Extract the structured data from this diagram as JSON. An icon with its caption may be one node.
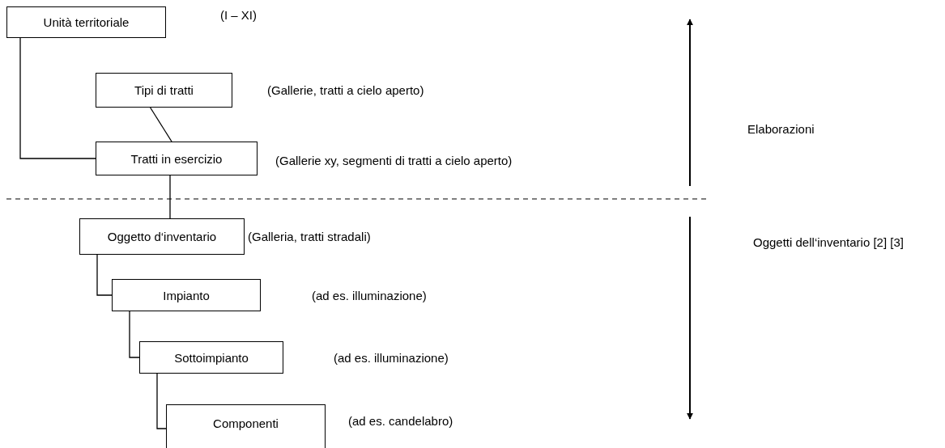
{
  "diagram": {
    "nodes": [
      {
        "text": [
          "Unità territoriale"
        ]
      },
      {
        "text": [
          "Tipi di tratti"
        ],
        "beside": [
          "(Gallerie, tratti a cielo aperto)"
        ]
      },
      {
        "text": [
          "Tratti in esercizio"
        ],
        "beside": [
          "(Gallerie xy, segmenti di tratti a cielo aperto)"
        ]
      },
      {
        "text": [
          "Oggetto d‘inventario"
        ],
        "beside": [
          "(Galleria, tratti stradali)"
        ]
      },
      {
        "text": [
          "Impianto"
        ]
      },
      {
        "text": [
          "Sottoimpianto"
        ]
      },
      {
        "text": [
          "Componenti"
        ],
        "beside": [
          "(ad es. candelabro)"
        ]
      }
    ],
    "edges": [
      {
        "from": 0,
        "to": 2,
        "arrow": "none"
      },
      {
        "from": 1,
        "to": 2,
        "arrow": "none"
      },
      {
        "from": 2,
        "to": 3,
        "arrow": "none"
      },
      {
        "from": 3,
        "to": 4,
        "arrow": "none"
      },
      {
        "from": 4,
        "to": 5,
        "arrow": "none"
      },
      {
        "from": 5,
        "to": 6,
        "arrow": "none"
      }
    ],
    "labels": [
      "(I – XI)",
      "Elaborazioni",
      "Oggetti dell‘inventario [2] [3]",
      "(ad es. illuminazione)",
      "(ad es. illuminazione)"
    ]
  }
}
